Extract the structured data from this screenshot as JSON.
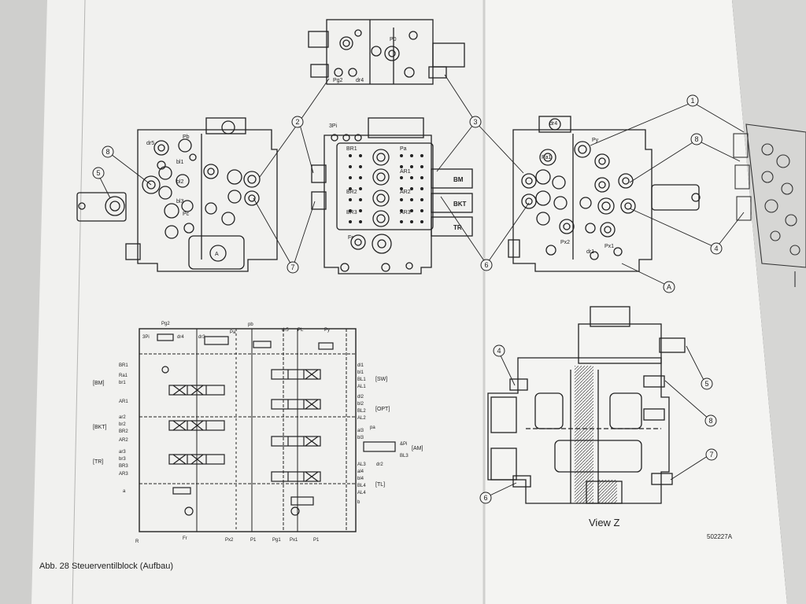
{
  "caption": "Abb. 28 Steuerventilblock (Aufbau)",
  "view_label": "View Z",
  "figure_number": "502227A",
  "callouts": [
    "1",
    "2",
    "3",
    "4",
    "5",
    "6",
    "7",
    "8",
    "A"
  ],
  "port_labels": {
    "bm": "BM",
    "bkt": "BKT",
    "tr": "TR"
  },
  "top_view_labels": {
    "pg2": "Pg2",
    "dr4": "dr4",
    "p0": "P0"
  },
  "center_view_labels": {
    "br1": "BR1",
    "br2": "BR2",
    "br3": "BR3",
    "ar1": "AR1",
    "ar2": "AR2",
    "ar3": "AR3",
    "pi": "3Pi",
    "pa": "Pa",
    "fr": "Fr"
  },
  "left_view_labels": {
    "dr5": "dr5",
    "pb": "Pb",
    "bl1": "bl1",
    "bl2": "bl2",
    "bl3": "bl3",
    "pc": "Pc",
    "a": "A"
  },
  "right_view_labels": {
    "py": "Py",
    "pa1": "Pa1",
    "px2": "Px2",
    "px1": "Px1",
    "dr1": "dr1",
    "dr4": "dr4"
  },
  "schematic": {
    "top_labels": [
      "Pg2",
      "dr4",
      "dr3",
      "Pa",
      "pb",
      "dr5",
      "PL",
      "Py"
    ],
    "top_left_label": "3Pi",
    "left_ports": [
      "BR1",
      "Ra1",
      "br1",
      "AR1",
      "ar2",
      "br2",
      "BR2",
      "AR2",
      "ar3",
      "br3",
      "BR3",
      "AR3",
      "a"
    ],
    "left_groups": [
      "[BM]",
      "[BKT]",
      "[TR]"
    ],
    "right_ports": [
      "dl1",
      "bl1",
      "BL1",
      "AL1",
      "dl2",
      "bl2",
      "BL2",
      "AL2",
      "pa",
      "al3",
      "bl3",
      "AL3",
      "al4",
      "bl4",
      "BL4",
      "AL4",
      "b"
    ],
    "right_groups": [
      "[SW]",
      "[OPT]",
      "[AM]",
      "[TL]"
    ],
    "am_labels": [
      "&Pi",
      "BL3"
    ],
    "dr2": "dr2",
    "bottom_labels": [
      "R",
      "Fr",
      "Px2",
      "P1",
      "Pg1",
      "Px1",
      "P1"
    ]
  }
}
